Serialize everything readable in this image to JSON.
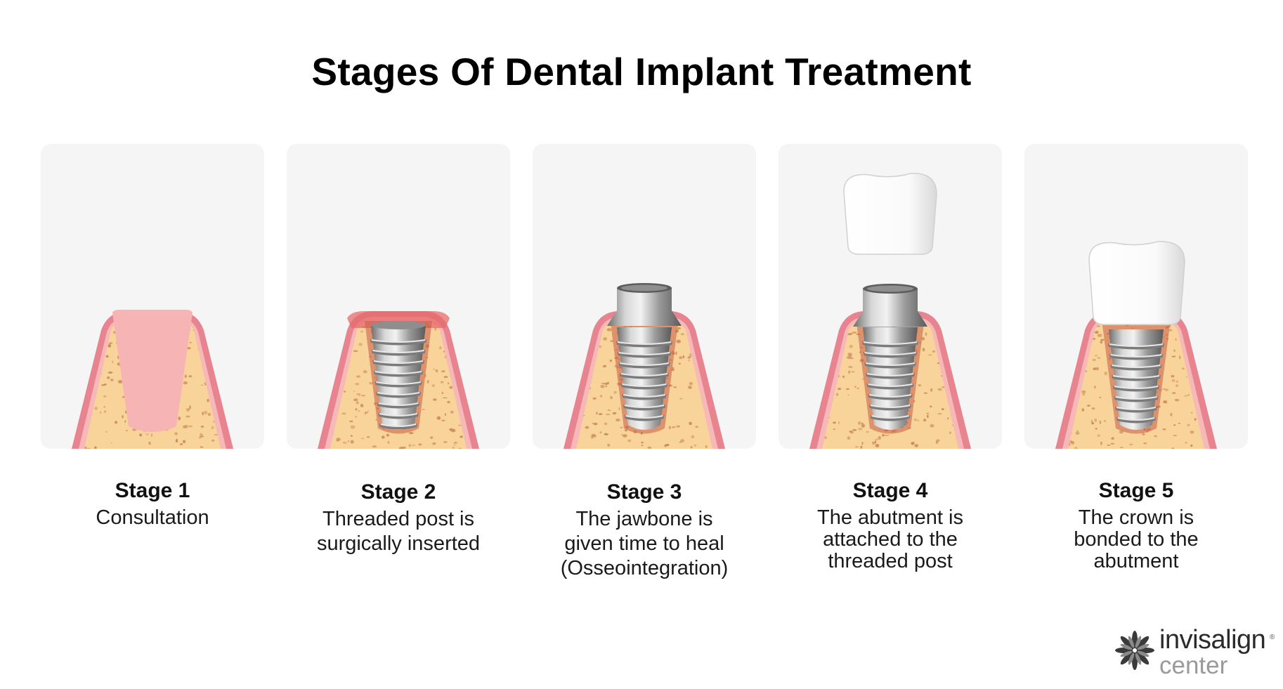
{
  "title": "Stages Of Dental Implant Treatment",
  "stages": [
    {
      "label": "Stage 1",
      "description": [
        "Consultation"
      ]
    },
    {
      "label": "Stage 2",
      "description": [
        "Threaded post is",
        "surgically inserted"
      ]
    },
    {
      "label": "Stage 3",
      "description": [
        "The jawbone is",
        "given time to heal",
        "(Osseointegration)"
      ]
    },
    {
      "label": "Stage 4",
      "description": [
        "The abutment is",
        "attached to the",
        "threaded post"
      ]
    },
    {
      "label": "Stage 5",
      "description": [
        "The crown is",
        "bonded to the",
        "abutment"
      ]
    }
  ],
  "logo": {
    "line1": "invisalign",
    "line2": "center",
    "registered": "®"
  },
  "colors": {
    "panel_bg": "#f5f5f5",
    "bone": "#f8d49a",
    "gum_outer": "#e7848f",
    "gum_inner": "#f6b9b7",
    "socket": "#f7b4b4",
    "metal": "#a9a9a9",
    "crown": "#ffffff"
  }
}
